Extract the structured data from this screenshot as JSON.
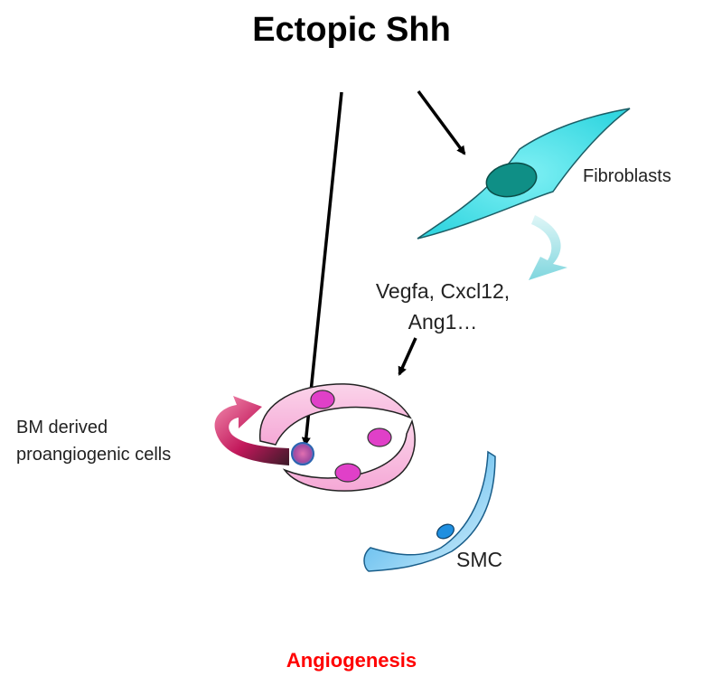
{
  "title": "Ectopic Shh",
  "fibroblasts_label": "Fibroblasts",
  "factors": {
    "line1": "Vegfa, Cxcl12,",
    "line2": "Ang1…"
  },
  "bm_label": {
    "line1": "BM derived",
    "line2": "proangiogenic cells"
  },
  "smc_label": "SMC",
  "outcome": "Angiogenesis",
  "colors": {
    "fibroblast": "#33d6e0",
    "fibroblast_nucleus": "#0f8f86",
    "vessel": "#f7b8dc",
    "vessel_nucleus": "#e040c8",
    "smc": "#4db8ec",
    "outcome_text": "#ff0000",
    "bm_arrow": "#c2185b",
    "secretion_arrow": "#8fdde2"
  }
}
